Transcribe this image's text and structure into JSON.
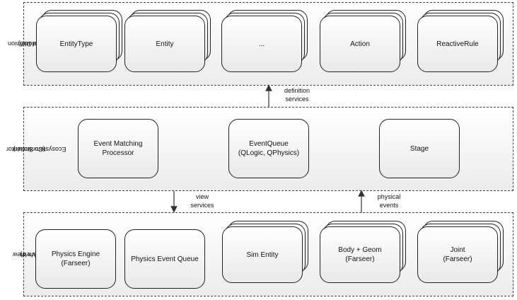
{
  "model_layer": {
    "label_line1": "(Model)",
    "label_line2": "Ecosystem Definion",
    "items": [
      "EntityType",
      "Entity",
      "...",
      "Action",
      "ReactiveRule"
    ]
  },
  "controller_layer": {
    "label_line1": "(Controller)",
    "label_line2": "Ecosystem Simulator",
    "items": [
      {
        "line1": "Event Matching",
        "line2": "Processor"
      },
      {
        "line1": "EventQueue",
        "line2": "(QLogic, QPhysics)"
      },
      {
        "line1": "Stage",
        "line2": ""
      }
    ]
  },
  "view_layer": {
    "label_line1": "(View)",
    "label_line2": "Ecosystem View",
    "items": [
      {
        "line1": "Physics Engine",
        "line2": "(Farseer)"
      },
      {
        "line1": "Physics Event Queue",
        "line2": ""
      },
      {
        "line1": "Sim Entity",
        "line2": ""
      },
      {
        "line1": "Body + Geom",
        "line2": "(Farseer)"
      },
      {
        "line1": "Joint",
        "line2": "(Farseer)"
      }
    ]
  },
  "arrows": {
    "definition": {
      "line1": "definition",
      "line2": "services"
    },
    "view": {
      "line1": "view",
      "line2": "services"
    },
    "physical": {
      "line1": "physical",
      "line2": "events"
    }
  }
}
